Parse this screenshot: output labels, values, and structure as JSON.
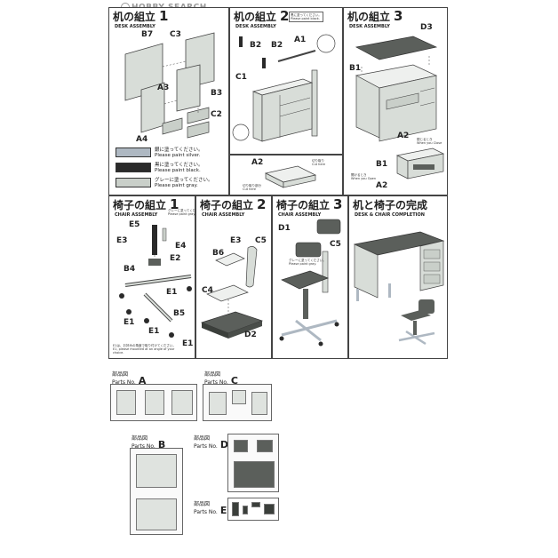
{
  "watermark": "HOBBY SEARCH",
  "colors": {
    "silver": "#aeb8c2",
    "black": "#2a2a2a",
    "gray": "#c9cfc9",
    "panel_fill": "#d8ddd8",
    "dark_part": "#5b5f5b"
  },
  "desk1": {
    "title_jp": "机の組立",
    "num": "1",
    "title_en": "DESK ASSEMBLY",
    "labels": [
      "B7",
      "C3",
      "A3",
      "B3",
      "C2",
      "A4"
    ]
  },
  "desk2": {
    "title_jp": "机の組立",
    "num": "2",
    "title_en": "DESK ASSEMBLY",
    "labels": [
      "B2",
      "B2",
      "A1",
      "C1"
    ],
    "note_jp": "黒に塗ってください。",
    "note_en": "Please paint black."
  },
  "desk3": {
    "title_jp": "机の組立",
    "num": "3",
    "title_en": "DESK ASSEMBLY",
    "labels": [
      "D3",
      "B1",
      "A2",
      "B1",
      "A2"
    ],
    "close_jp": "閉じるとき",
    "close_en": "When you Close",
    "open_jp": "開けるとき",
    "open_en": "When you Open"
  },
  "cut": {
    "label": "A2",
    "cut_jp": "切り取り",
    "cut_en": "Cut here",
    "cut2_jp": "切り取り部分",
    "cut2_en": "Cut here"
  },
  "paint": [
    {
      "jp": "銀に塗ってください。",
      "en": "Please paint silver.",
      "color": "#aeb8c2"
    },
    {
      "jp": "黒に塗ってください。",
      "en": "Please paint black.",
      "color": "#2a2a2a"
    },
    {
      "jp": "グレーに塗ってください。",
      "en": "Please paint gray.",
      "color": "#c9cfc9"
    }
  ],
  "chair1": {
    "title_jp": "椅子の組立",
    "num": "1",
    "title_en": "CHAIR ASSEMBLY",
    "labels": [
      "E5",
      "E3",
      "E4",
      "E2",
      "B4",
      "E1",
      "E1",
      "B5",
      "E1",
      "E1"
    ],
    "gray_jp": "グレーに塗ってください。",
    "gray_en": "Please paint gray.",
    "note_jp": "E1は、お好みの角度で取り付けてください。",
    "note_en": "E1, please mounted at an angle of your choice."
  },
  "chair2": {
    "title_jp": "椅子の組立",
    "num": "2",
    "title_en": "CHAIR ASSEMBLY",
    "labels": [
      "E3",
      "C5",
      "B6",
      "C4",
      "D2"
    ]
  },
  "chair3": {
    "title_jp": "椅子の組立",
    "num": "3",
    "title_en": "CHAIR ASSEMBLY",
    "labels": [
      "D1",
      "C5"
    ],
    "gray_jp": "グレーに塗ってください。",
    "gray_en": "Please paint gray."
  },
  "complete": {
    "title_jp": "机と椅子の完成",
    "title_en": "DESK & CHAIR COMPLETION"
  },
  "parts": [
    {
      "jp": "部品図",
      "en": "Parts No.",
      "letter": "A"
    },
    {
      "jp": "部品図",
      "en": "Parts No.",
      "letter": "C"
    },
    {
      "jp": "部品図",
      "en": "Parts No.",
      "letter": "B"
    },
    {
      "jp": "部品図",
      "en": "Parts No.",
      "letter": "D"
    },
    {
      "jp": "部品図",
      "en": "Parts No.",
      "letter": "E"
    }
  ]
}
